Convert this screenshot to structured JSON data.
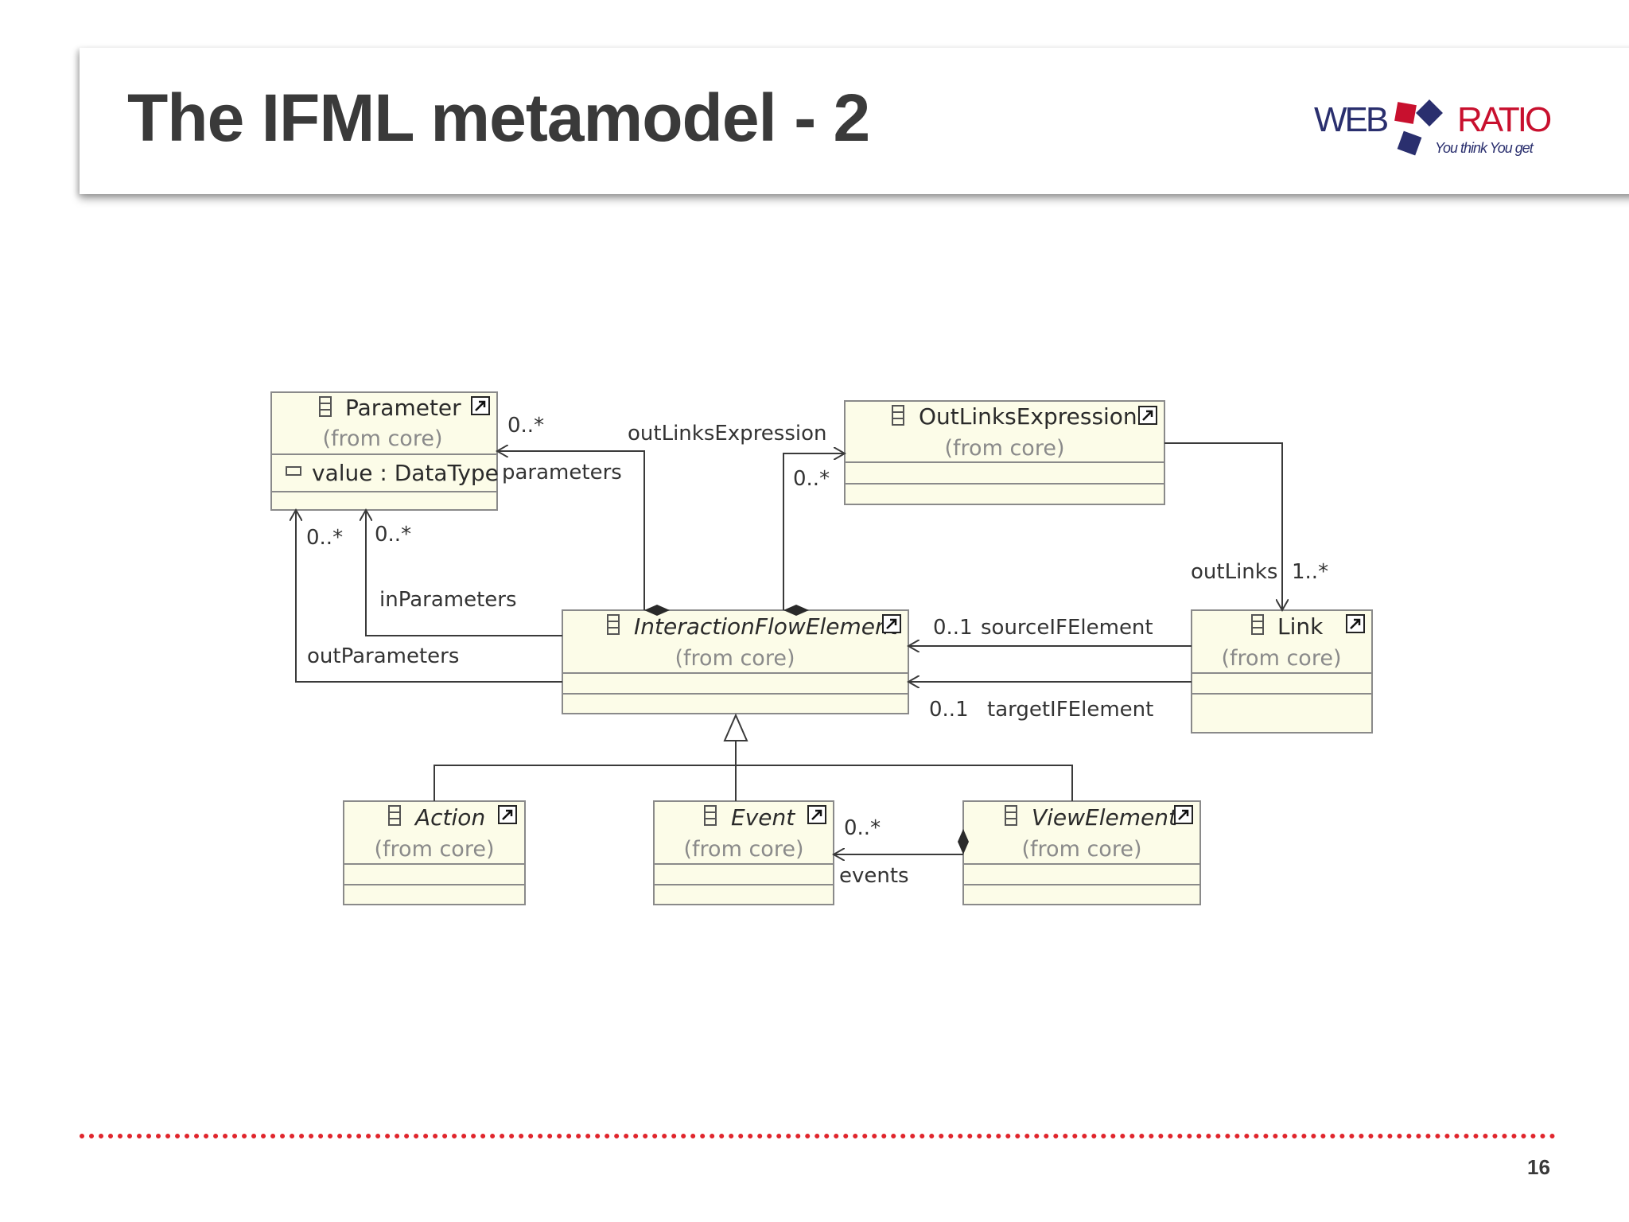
{
  "slide": {
    "title": "The IFML metamodel - 2",
    "page_number": "16"
  },
  "logo": {
    "text_left": "WEB",
    "text_right": "RATIO",
    "tagline": "You think You get"
  },
  "classes": {
    "parameter": {
      "name": "Parameter",
      "from": "(from core)",
      "attribute": "value : DataType"
    },
    "outlinks_expression": {
      "name": "OutLinksExpression",
      "from": "(from core)"
    },
    "interaction_flow_element": {
      "name": "InteractionFlowElement",
      "from": "(from core)"
    },
    "link": {
      "name": "Link",
      "from": "(from core)"
    },
    "action": {
      "name": "Action",
      "from": "(from core)"
    },
    "event": {
      "name": "Event",
      "from": "(from core)"
    },
    "view_element": {
      "name": "ViewElement",
      "from": "(from core)"
    }
  },
  "associations": {
    "parameters": {
      "role": "parameters",
      "multiplicity": "0..*"
    },
    "outlinks_expression": {
      "role": "outLinksExpression",
      "multiplicity": "0..*"
    },
    "in_parameters": {
      "role": "inParameters",
      "multiplicity": "0..*"
    },
    "out_parameters": {
      "role": "outParameters",
      "multiplicity": "0..*"
    },
    "outlinks": {
      "role": "outLinks",
      "multiplicity": "1..*"
    },
    "source": {
      "role": "sourceIFElement",
      "multiplicity": "0..1"
    },
    "target": {
      "role": "targetIFElement",
      "multiplicity": "0..1"
    },
    "events": {
      "role": "events",
      "multiplicity": "0..*"
    }
  },
  "colors": {
    "class_fill": "#fcfce8",
    "class_border": "#8a8a8a",
    "title": "#3a3a3a",
    "footer_dots": "#e0252c",
    "logo_blue": "#2a2f6e",
    "logo_red": "#c8102e"
  }
}
